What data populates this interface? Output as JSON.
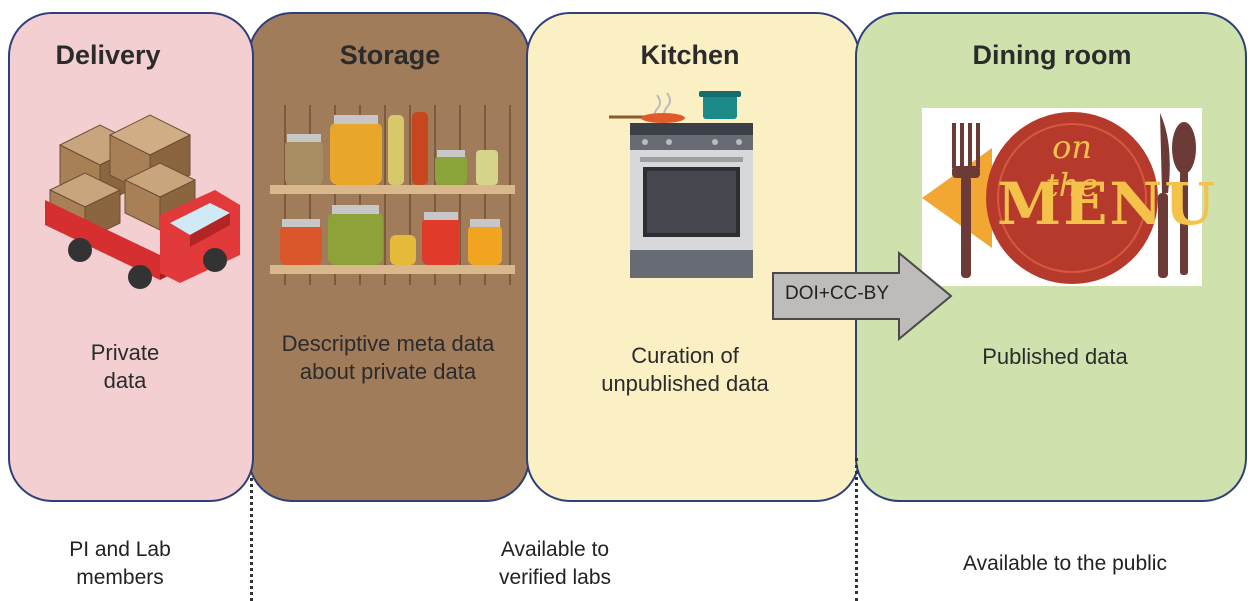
{
  "stages": [
    {
      "title": "Delivery",
      "description": [
        "Private",
        "data"
      ]
    },
    {
      "title": "Storage",
      "description": [
        "Descriptive meta data",
        "about private data"
      ]
    },
    {
      "title": "Kitchen",
      "description": [
        "Curation of",
        "unpublished data"
      ]
    },
    {
      "title": "Dining room",
      "description": [
        "Published data"
      ]
    }
  ],
  "transition": {
    "label": "DOI+CC-BY"
  },
  "access": [
    {
      "lines": [
        "PI and Lab",
        "members"
      ]
    },
    {
      "lines": [
        "Available to",
        "verified labs"
      ]
    },
    {
      "lines": [
        "Available to the public"
      ]
    }
  ],
  "menu_sign": {
    "script": "on the",
    "word": "MENU"
  },
  "colors": {
    "delivery": "#f3cfd1",
    "storage": "#a17c5a",
    "kitchen": "#fbefc4",
    "dining": "#cfe2ad",
    "border": "#2e3f7a"
  }
}
